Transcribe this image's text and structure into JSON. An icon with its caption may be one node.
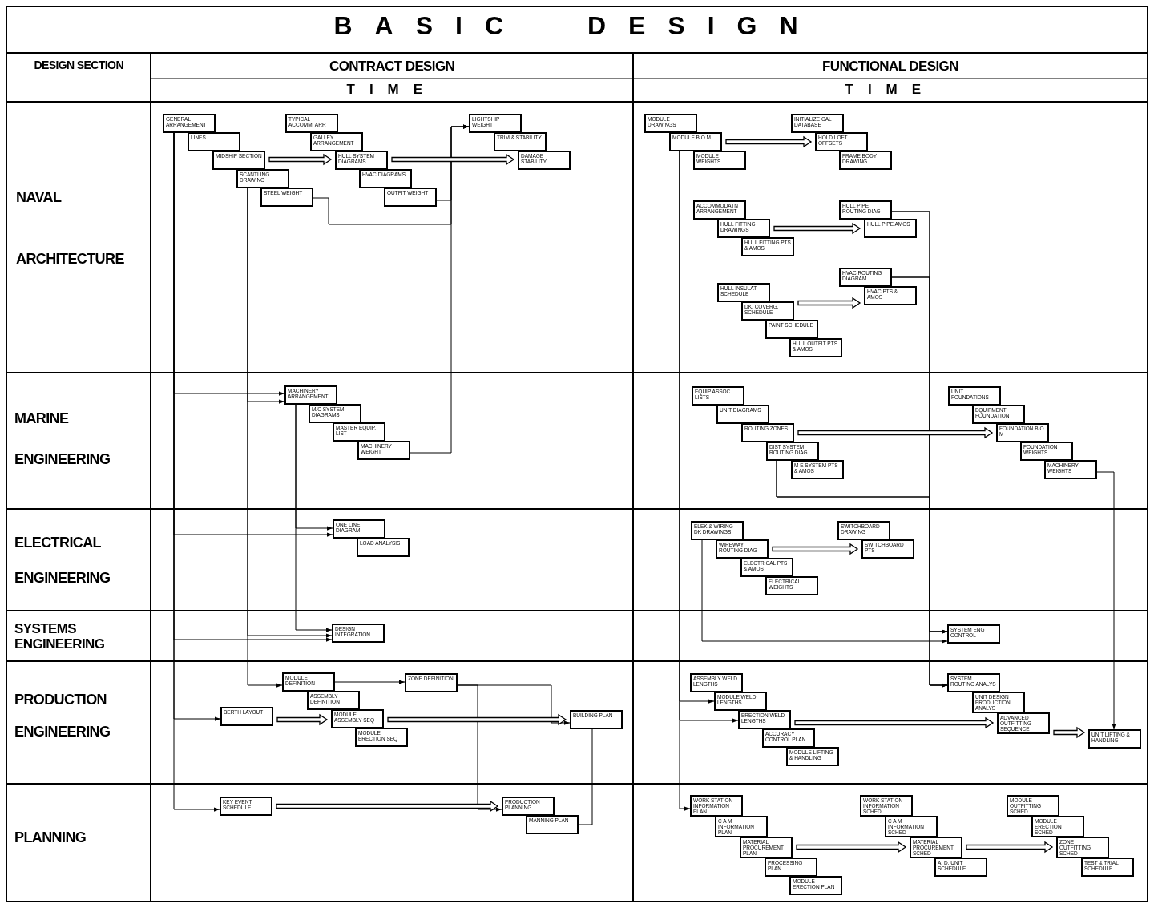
{
  "diagram": {
    "title": "BASIC DESIGN",
    "nodes": [
      {
        "text": [
          "GENERAL ARRANGEMENT"
        ]
      },
      {
        "text": [
          "LINES"
        ]
      },
      {
        "text": [
          "MIDSHIP SECTION"
        ]
      },
      {
        "text": [
          "SCANTLING DRAWING"
        ]
      },
      {
        "text": [
          "STEEL WEIGHT"
        ]
      },
      {
        "text": [
          "TYPICAL ACCOMM. ARR"
        ]
      },
      {
        "text": [
          "GALLEY ARRANGEMENT"
        ]
      },
      {
        "text": [
          "HULL SYSTEM DIAGRAMS"
        ]
      },
      {
        "text": [
          "HVAC DIAGRAMS"
        ]
      },
      {
        "text": [
          "OUTFIT WEIGHT"
        ]
      },
      {
        "text": [
          "LIGHTSHIP WEIGHT"
        ]
      },
      {
        "text": [
          "TRIM & STABILITY"
        ]
      },
      {
        "text": [
          "DAMAGE STABILITY"
        ]
      },
      {
        "text": [
          "MODULE DRAWINGS"
        ]
      },
      {
        "text": [
          "MODULE B O M"
        ]
      },
      {
        "text": [
          "MODULE WEIGHTS"
        ]
      },
      {
        "text": [
          "INITIALIZE CAL DATABASE"
        ]
      },
      {
        "text": [
          "HOLD LOFT OFFSETS"
        ]
      },
      {
        "text": [
          "FRAME BODY DRAWING"
        ]
      },
      {
        "text": [
          "ACCOMMODATN ARRANGEMENT"
        ]
      },
      {
        "text": [
          "HULL FITTING DRAWINGS"
        ]
      },
      {
        "text": [
          "HULL FITTING PTS & AMOS"
        ]
      },
      {
        "text": [
          "HULL PIPE ROUTING DIAG"
        ]
      },
      {
        "text": [
          "HULL PIPE AMOS"
        ]
      },
      {
        "text": [
          "HULL INSULAT SCHEDULE"
        ]
      },
      {
        "text": [
          "DK. COVERG. SCHEDULE"
        ]
      },
      {
        "text": [
          "PAINT SCHEDULE"
        ]
      },
      {
        "text": [
          "HULL OUTFIT PTS & AMOS"
        ]
      },
      {
        "text": [
          "HVAC ROUTING DIAGRAM"
        ]
      },
      {
        "text": [
          "HVAC PTS & AMOS"
        ]
      },
      {
        "text": [
          "MACHINERY ARRANGEMENT"
        ]
      },
      {
        "text": [
          "M/C SYSTEM DIAGRAMS"
        ]
      },
      {
        "text": [
          "MASTER EQUIP. LIST"
        ]
      },
      {
        "text": [
          "MACHINERY WEIGHT"
        ]
      },
      {
        "text": [
          "EQUIP ASSOC LISTS"
        ]
      },
      {
        "text": [
          "UNIT DIAGRAMS"
        ]
      },
      {
        "text": [
          "ROUTING ZONES"
        ]
      },
      {
        "text": [
          "DIST SYSTEM ROUTING DIAG"
        ]
      },
      {
        "text": [
          "M E SYSTEM PTS & AMOS"
        ]
      },
      {
        "text": [
          "UNIT FOUNDATIONS"
        ]
      },
      {
        "text": [
          "EQUIPMENT FOUNDATION"
        ]
      },
      {
        "text": [
          "FOUNDATION B O M"
        ]
      },
      {
        "text": [
          "FOUNDATION WEIGHTS"
        ]
      },
      {
        "text": [
          "MACHINERY WEIGHTS"
        ]
      },
      {
        "text": [
          "ONE LINE DIAGRAM"
        ]
      },
      {
        "text": [
          "LOAD ANALYSIS"
        ]
      },
      {
        "text": [
          "ELEK & WIRING DK DRAWINGS"
        ]
      },
      {
        "text": [
          "WIREWAY ROUTING DIAG"
        ]
      },
      {
        "text": [
          "ELECTRICAL PTS & AMOS"
        ]
      },
      {
        "text": [
          "ELECTRICAL WEIGHTS"
        ]
      },
      {
        "text": [
          "SWITCHBOARD DRAWING"
        ]
      },
      {
        "text": [
          "SWITCHBOARD PTS"
        ]
      },
      {
        "text": [
          "DESIGN INTEGRATION"
        ]
      },
      {
        "text": [
          "SYSTEM ENG CONTROL"
        ]
      },
      {
        "text": [
          "MODULE DEFINITION"
        ]
      },
      {
        "text": [
          "ASSEMBLY DEFINITION"
        ]
      },
      {
        "text": [
          "MODULE ASSEMBLY SEQ"
        ]
      },
      {
        "text": [
          "MODULE ERECTION SEQ"
        ]
      },
      {
        "text": [
          "BERTH LAYOUT"
        ]
      },
      {
        "text": [
          "ZONE DEFINITION"
        ]
      },
      {
        "text": [
          "BUILDING PLAN"
        ]
      },
      {
        "text": [
          "ASSEMBLY WELD LENGTHS"
        ]
      },
      {
        "text": [
          "MODULE WELD LENGTHS"
        ]
      },
      {
        "text": [
          "ERECTION WELD LENGTHS"
        ]
      },
      {
        "text": [
          "ACCURACY CONTROL PLAN"
        ]
      },
      {
        "text": [
          "MODULE LIFTING & HANDLING"
        ]
      },
      {
        "text": [
          "SYSTEM ROUTING ANALYS"
        ]
      },
      {
        "text": [
          "UNIT DESIGN PRODUCTION ANALYS"
        ]
      },
      {
        "text": [
          "ADVANCED OUTFITTING SEQUENCE"
        ]
      },
      {
        "text": [
          "UNIT LIFTING & HANDLING"
        ]
      },
      {
        "text": [
          "KEY EVENT SCHEDULE"
        ]
      },
      {
        "text": [
          "PRODUCTION PLANNING"
        ]
      },
      {
        "text": [
          "MANNING PLAN"
        ]
      },
      {
        "text": [
          "WORK STATION INFORMATION PLAN"
        ]
      },
      {
        "text": [
          "C A M INFORMATION PLAN"
        ]
      },
      {
        "text": [
          "MATERIAL PROCUREMENT PLAN"
        ]
      },
      {
        "text": [
          "PROCESSING PLAN"
        ]
      },
      {
        "text": [
          "MODULE ERECTION PLAN"
        ]
      },
      {
        "text": [
          "WORK STATION INFORMATION SCHED"
        ]
      },
      {
        "text": [
          "C A M INFORMATION SCHED"
        ]
      },
      {
        "text": [
          "MATERIAL PROCUREMENT SCHED"
        ]
      },
      {
        "text": [
          "A. D. UNIT SCHEDULE"
        ]
      },
      {
        "text": [
          "MODULE OUTFITTING SCHED"
        ]
      },
      {
        "text": [
          "MODULE ERECTION SCHED"
        ]
      },
      {
        "text": [
          "ZONE OUTFITTING SCHED"
        ]
      },
      {
        "text": [
          "TEST & TRIAL SCHEDULE"
        ]
      }
    ],
    "edges": [
      {
        "from": 4,
        "to": 10,
        "arrow": "to"
      },
      {
        "from": 9,
        "to": 10,
        "arrow": "to"
      },
      {
        "from": 33,
        "to": 10,
        "arrow": "to"
      },
      {
        "from": 0,
        "to": 30,
        "arrow": "to"
      },
      {
        "from": 3,
        "to": 30,
        "arrow": "to"
      },
      {
        "from": 0,
        "to": 44,
        "arrow": "to"
      },
      {
        "from": 30,
        "to": 44,
        "arrow": "to"
      },
      {
        "from": 0,
        "to": 52,
        "arrow": "to"
      },
      {
        "from": 3,
        "to": 52,
        "arrow": "to"
      },
      {
        "from": 30,
        "to": 52,
        "arrow": "to"
      },
      {
        "from": 0,
        "to": 58,
        "arrow": "to"
      },
      {
        "from": 3,
        "to": 54,
        "arrow": "to"
      },
      {
        "from": 0,
        "to": 70,
        "arrow": "to"
      },
      {
        "from": 54,
        "to": 59,
        "arrow": "to"
      },
      {
        "from": 59,
        "to": 60,
        "arrow": "to"
      },
      {
        "from": 59,
        "to": 71,
        "arrow": "to"
      },
      {
        "from": 72,
        "to": 60,
        "arrow": "none"
      },
      {
        "from": 14,
        "to": 62,
        "arrow": "to"
      },
      {
        "from": 14,
        "to": 63,
        "arrow": "to"
      },
      {
        "from": 14,
        "to": 73,
        "arrow": "to"
      },
      {
        "from": 22,
        "to": 53,
        "arrow": "to"
      },
      {
        "from": 28,
        "to": 53,
        "arrow": "to"
      },
      {
        "from": 37,
        "to": 53,
        "arrow": "to"
      },
      {
        "from": 22,
        "to": 66,
        "arrow": "to"
      },
      {
        "from": 28,
        "to": 66,
        "arrow": "to"
      },
      {
        "from": 37,
        "to": 66,
        "arrow": "to"
      },
      {
        "from": 46,
        "to": 53,
        "arrow": "to"
      },
      {
        "from": 43,
        "to": 69,
        "arrow": "to"
      },
      {
        "from": 2,
        "to": 7,
        "arrow": "to",
        "style": "thick"
      },
      {
        "from": 7,
        "to": 12,
        "arrow": "to",
        "style": "thick"
      },
      {
        "from": 14,
        "to": 17,
        "arrow": "to",
        "style": "thick"
      },
      {
        "from": 20,
        "to": 23,
        "arrow": "to",
        "style": "thick"
      },
      {
        "from": 25,
        "to": 29,
        "arrow": "to",
        "style": "thick"
      },
      {
        "from": 36,
        "to": 41,
        "arrow": "to",
        "style": "thick"
      },
      {
        "from": 47,
        "to": 51,
        "arrow": "to",
        "style": "thick"
      },
      {
        "from": 58,
        "to": 56,
        "arrow": "to",
        "style": "thick"
      },
      {
        "from": 56,
        "to": 60,
        "arrow": "to",
        "style": "thick"
      },
      {
        "from": 70,
        "to": 71,
        "arrow": "to",
        "style": "thick"
      },
      {
        "from": 63,
        "to": 68,
        "arrow": "to",
        "style": "thick"
      },
      {
        "from": 68,
        "to": 69,
        "arrow": "to",
        "style": "thick"
      },
      {
        "from": 75,
        "to": 80,
        "arrow": "to",
        "style": "thick"
      },
      {
        "from": 80,
        "to": 84,
        "arrow": "to",
        "style": "thick"
      }
    ],
    "labels": [
      "DESIGN SECTION",
      "CONTRACT DESIGN",
      "FUNCTIONAL DESIGN",
      "TIME",
      "TIME",
      "NAVAL",
      "ARCHITECTURE",
      "MARINE",
      "ENGINEERING",
      "ELECTRICAL",
      "ENGINEERING",
      "SYSTEMS ENGINEERING",
      "PRODUCTION",
      "ENGINEERING",
      "PLANNING"
    ]
  }
}
